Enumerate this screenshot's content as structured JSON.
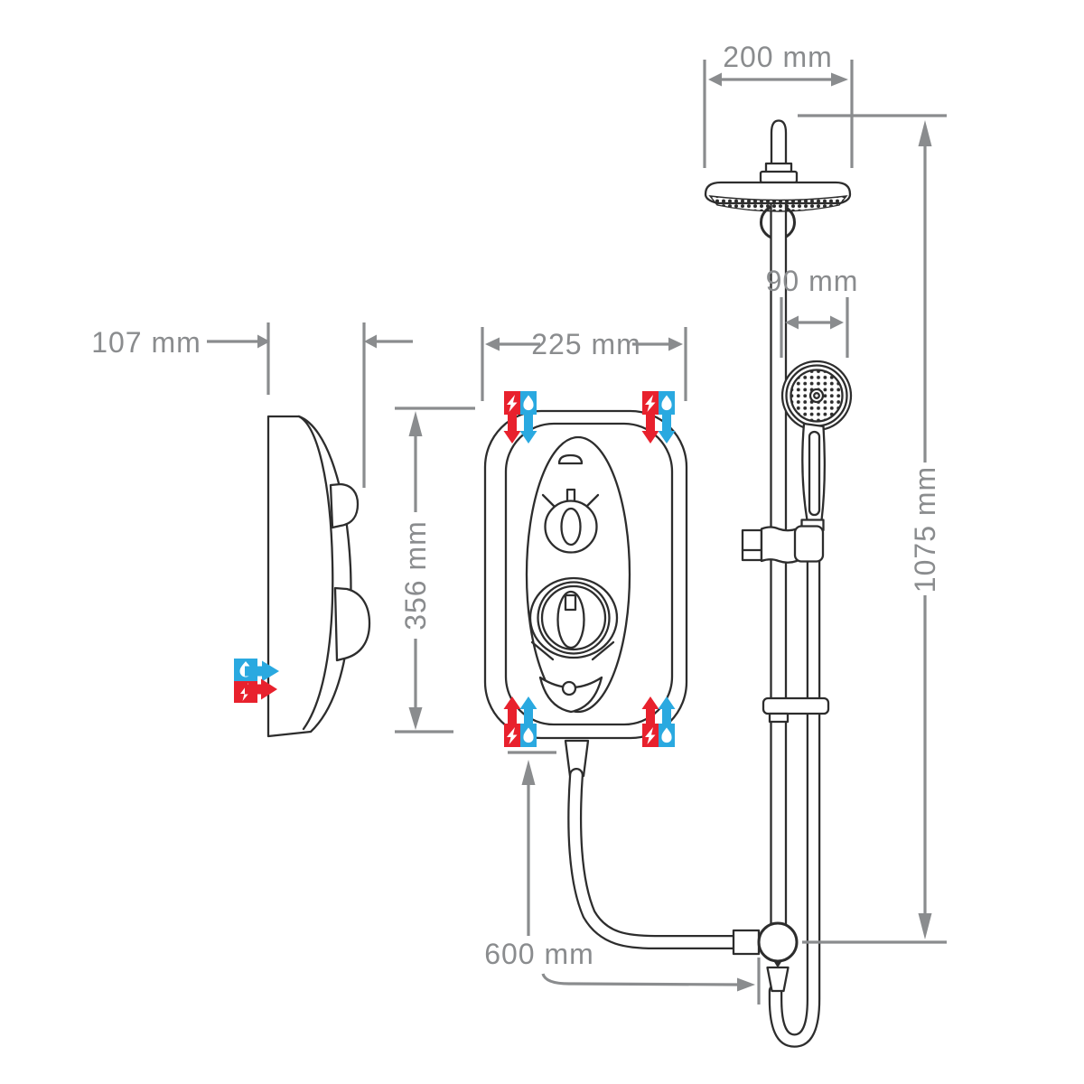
{
  "dimensions": {
    "unit_depth": "107 mm",
    "unit_width": "225 mm",
    "unit_height": "356 mm",
    "overhead_head_width": "200 mm",
    "handset_head_width": "90 mm",
    "riser_rail_height": "1075 mm",
    "hose_run": "600 mm"
  },
  "icons": {
    "electric_supply": "lightning-bolt",
    "water_supply": "water-drop"
  },
  "colors": {
    "line_art": "#2d2d2d",
    "dimension": "#8a8c8e",
    "electric_red": "#e8212d",
    "water_blue": "#2aa9e0",
    "background": "#ffffff"
  }
}
